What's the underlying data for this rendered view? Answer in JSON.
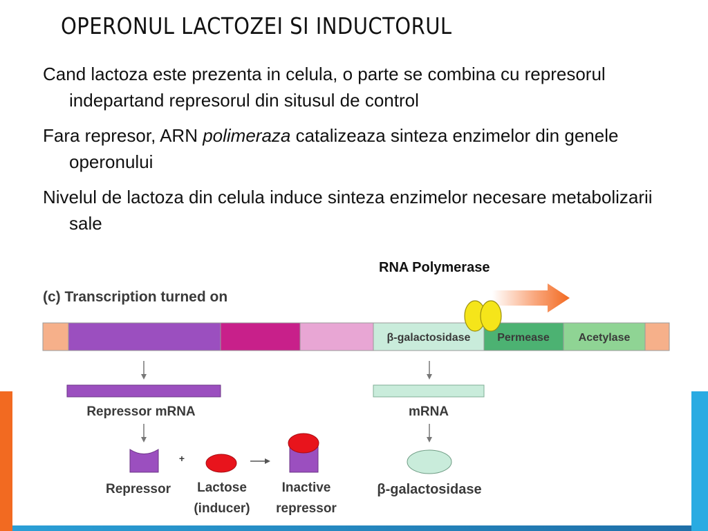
{
  "slide": {
    "title": "OPERONUL LACTOZEI SI INDUCTORUL",
    "bullets": [
      {
        "text": "Cand lactoza este prezenta in celula,  o parte se combina cu represorul indepartand  represorul din situsul de control"
      },
      {
        "pre": "Fara represor, ARN ",
        "italic": "polimeraza",
        "post": " catalizeaza sinteza enzimelor din genele  operonului"
      },
      {
        "text": "Nivelul  de lactoza din celula induce sinteza enzimelor necesare metabolizarii sale"
      }
    ]
  },
  "diagram": {
    "rna_polymerase_label": "RNA Polymerase",
    "panel_title": "(c) Transcription turned on",
    "genes": {
      "galactosidase": "β-galactosidase",
      "permease": "Permease",
      "acetylase": "Acetylase"
    },
    "repressor_mrna_label": "Repressor mRNA",
    "mrna_label": "mRNA",
    "plus_sign": "+",
    "repressor_label": "Repressor",
    "lactose_label_line1": "Lactose",
    "lactose_label_line2": "(inducer)",
    "inactive_repressor_line1": "Inactive",
    "inactive_repressor_line2": "repressor",
    "galactosidase_protein_label": "β-galactosidase"
  },
  "colors": {
    "left_accent": "#f26a21",
    "right_accent": "#29abe2",
    "repressor_purple": "#9b4fbf",
    "promoter_magenta": "#c8208a",
    "operator_pink": "#e8a6d4",
    "gene_galactosidase": "#c9ecdb",
    "gene_permease": "#4cb272",
    "gene_acetylase": "#8fd494",
    "polymerase_yellow": "#f5e51a",
    "lactose_red": "#e8141c",
    "galactosidase_protein": "#c9ecdb"
  }
}
